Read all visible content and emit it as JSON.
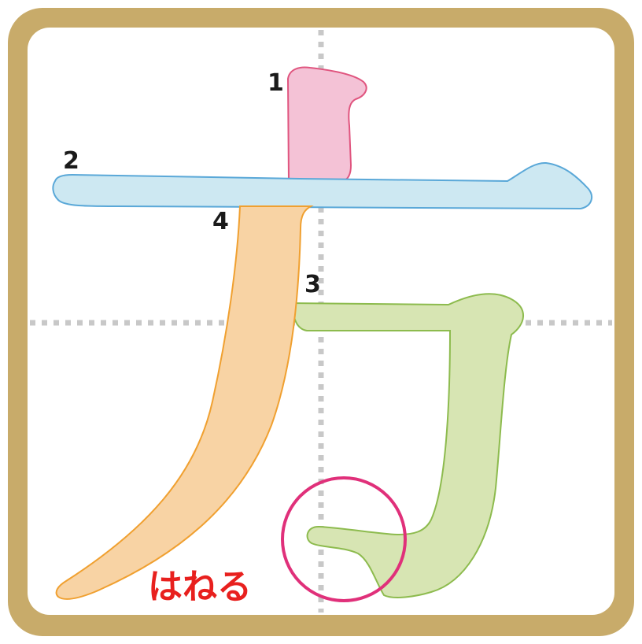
{
  "stroke_numbers": [
    "1",
    "2",
    "3",
    "4"
  ],
  "annotation": {
    "text": "はねる"
  },
  "colors": {
    "frame": "#C8AB6A",
    "background": "#FFFFFF",
    "guide": "#C8C8C8",
    "stroke1_fill": "#F4C2D6",
    "stroke1_line": "#E0557F",
    "stroke2_fill": "#CDE8F2",
    "stroke2_line": "#5AA8D8",
    "stroke3_fill": "#D7E5B3",
    "stroke3_line": "#8DBB4E",
    "stroke4_fill": "#F8D3A4",
    "stroke4_line": "#F0A030",
    "circle": "#E0307A",
    "annotation": "#E8201E"
  }
}
